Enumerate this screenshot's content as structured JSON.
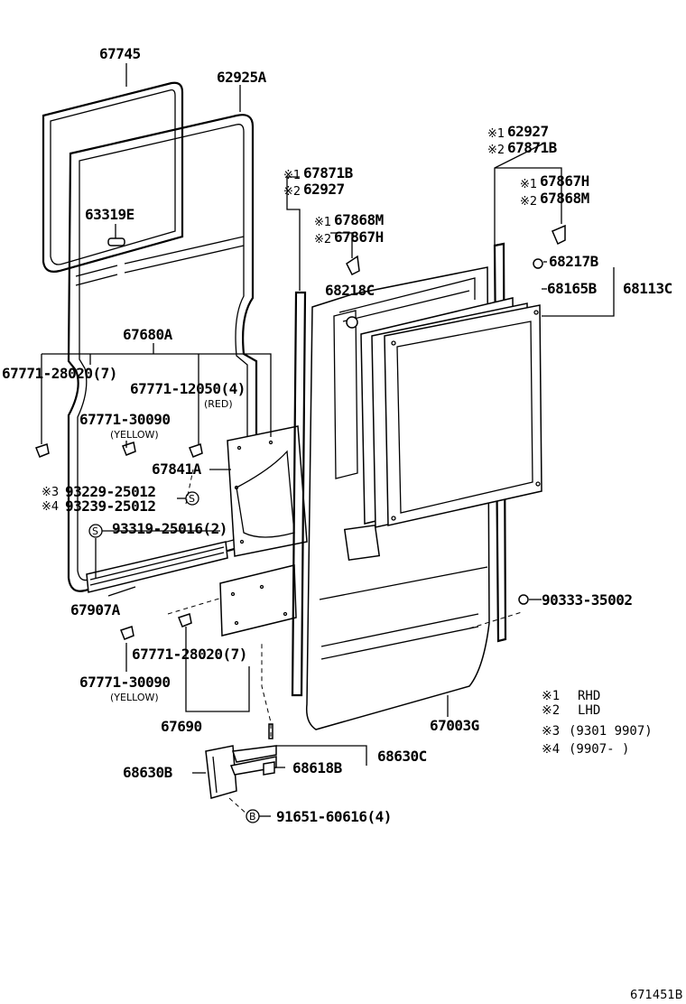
{
  "parts": {
    "p67745": "67745",
    "p62925A": "62925A",
    "p63319E": "63319E",
    "p67680A": "67680A",
    "p67771_28020_top": "67771-28020(7)",
    "p67771_12050": "67771-12050(4)",
    "red": "(RED)",
    "p67771_30090_top": "67771-30090",
    "yellow_top": "(YELLOW)",
    "p67841A": "67841A",
    "p93229": "93229-25012",
    "p93239": "93239-25012",
    "p93319": "93319-25016(2)",
    "p67907A": "67907A",
    "p67771_28020_bot": "67771-28020(7)",
    "p67771_30090_bot": "67771-30090",
    "yellow_bot": "(YELLOW)",
    "p67690": "67690",
    "p67871B_a": "67871B",
    "p62927_a": "62927",
    "p67868M_a": "67868M",
    "p67867H_a": "67867H",
    "p68218C": "68218C",
    "p62927_b": "62927",
    "p67871B_b": "67871B",
    "p67867H_b": "67867H",
    "p67868M_b": "67868M",
    "p68217B": "68217B",
    "p68165B": "68165B",
    "p68113C": "68113C",
    "p90333": "90333-35002",
    "p67003G": "67003G",
    "p68630B": "68630B",
    "p68618B": "68618B",
    "p68630C": "68630C",
    "p91651": "91651-60616(4)"
  },
  "marks": {
    "m1": "※1",
    "m2": "※2",
    "m3": "※3",
    "m4": "※4",
    "circle_s": "S",
    "circle_b": "B"
  },
  "legend": {
    "l1_mark": "※1",
    "l1_text": "RHD",
    "l2_mark": "※2",
    "l2_text": "LHD",
    "l3_mark": "※3",
    "l3_text": "(9301  9907)",
    "l4_mark": "※4",
    "l4_text": "(9907-        )"
  },
  "diagram_code": "671451B"
}
